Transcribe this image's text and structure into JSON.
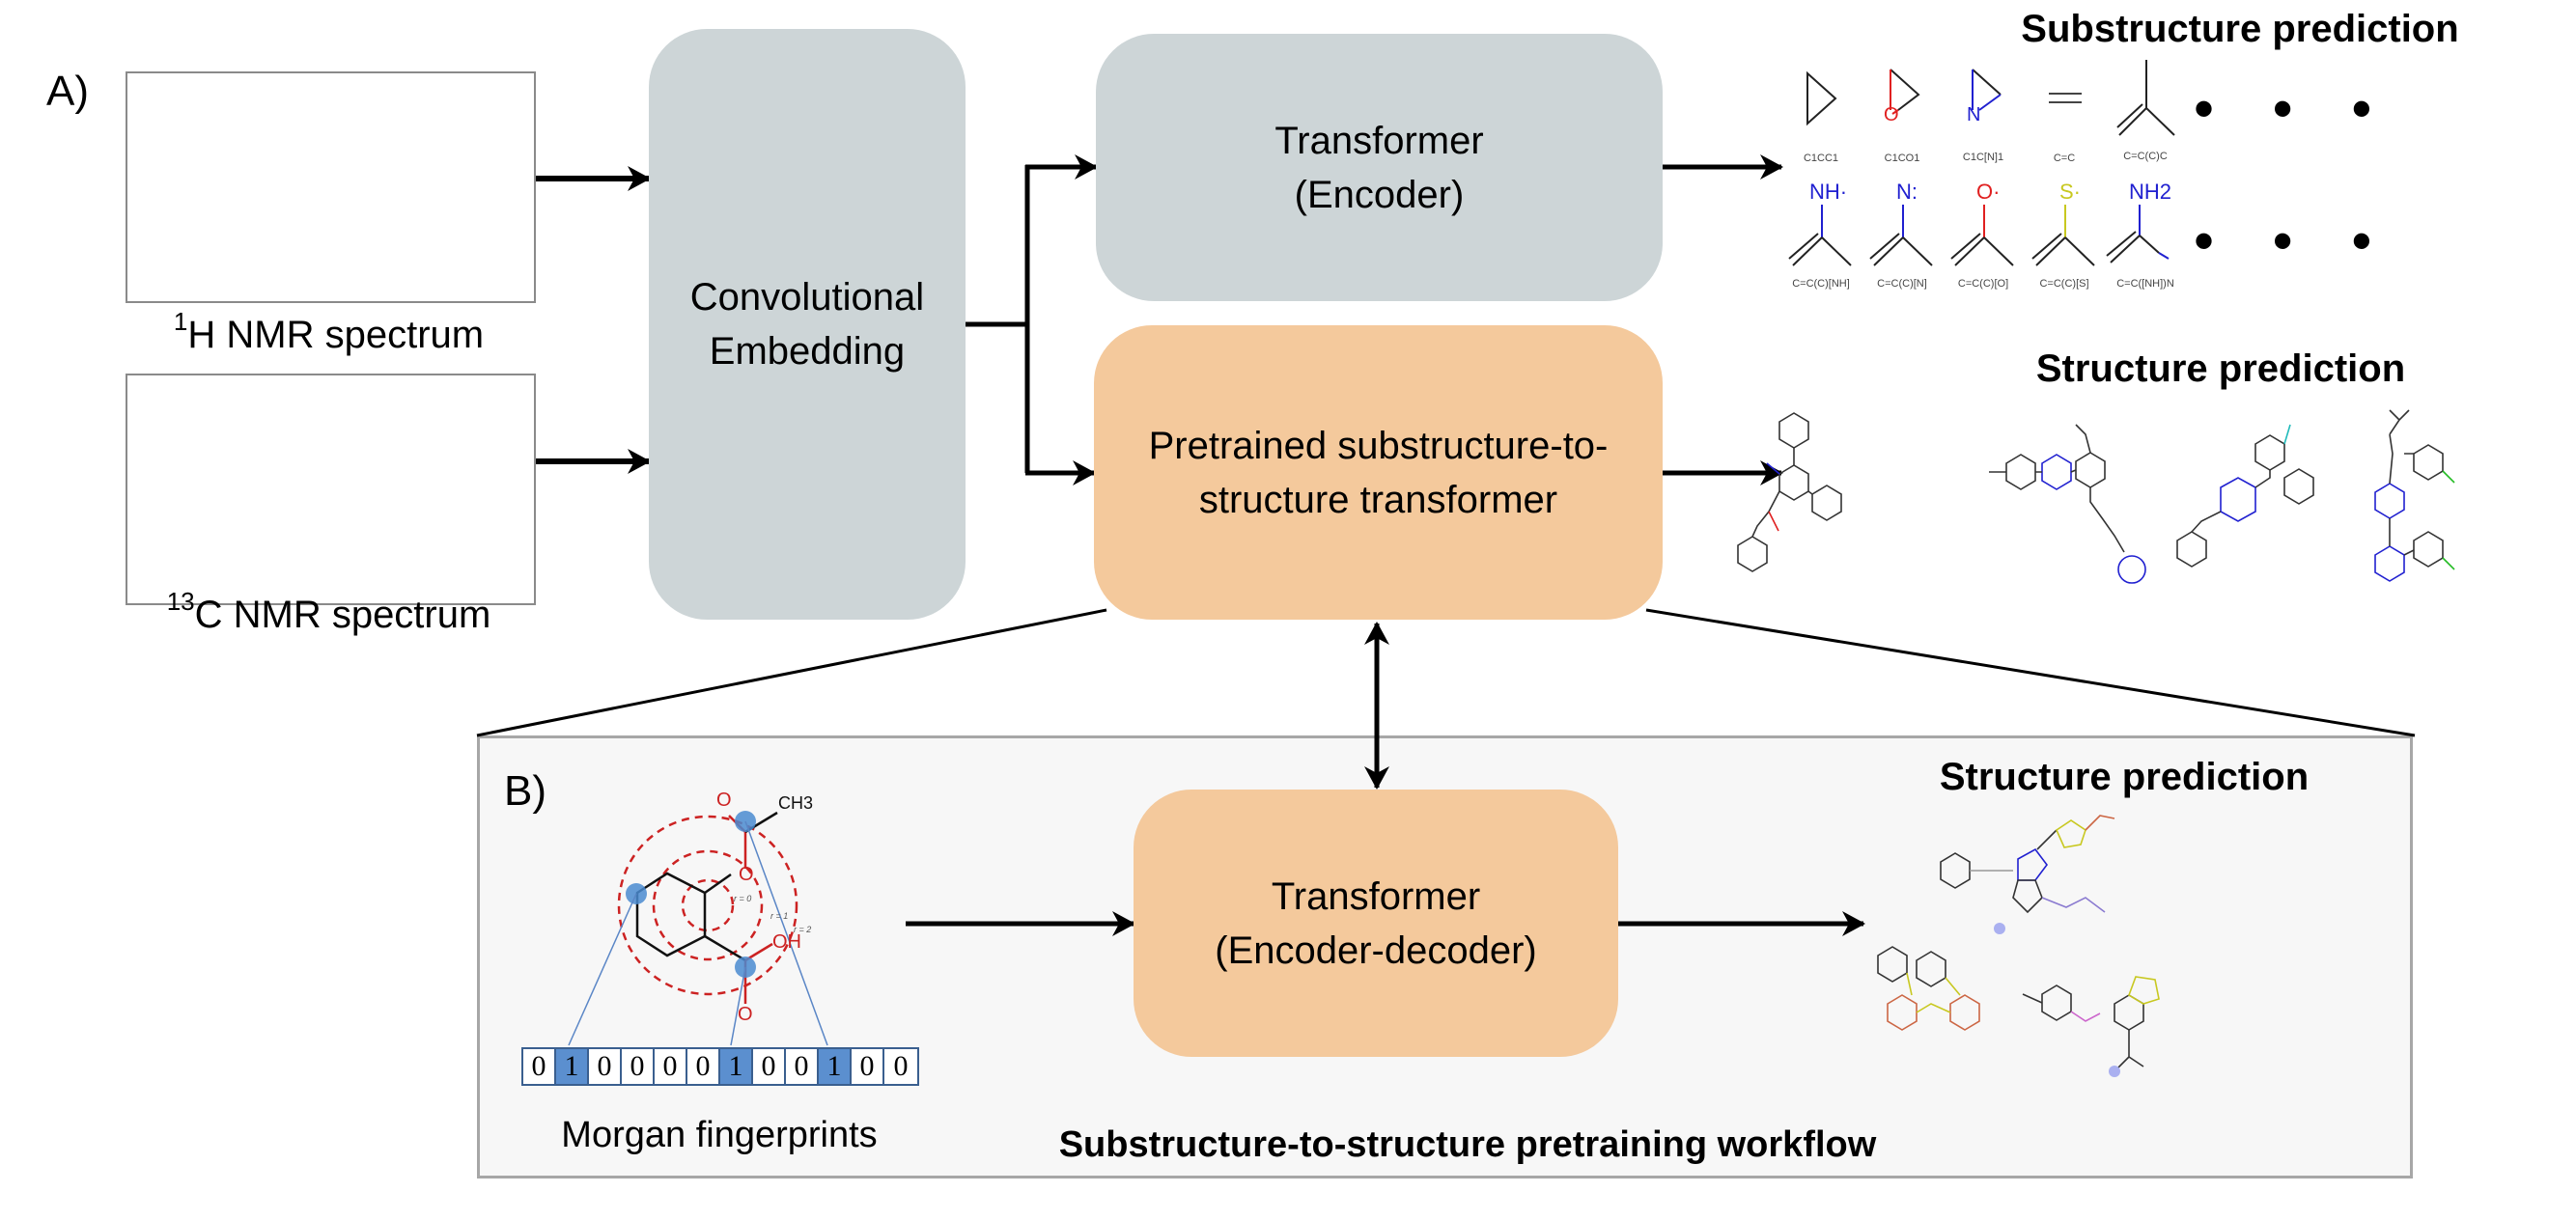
{
  "panels": {
    "a_label": "A)",
    "b_label": "B)"
  },
  "inputs": {
    "h_nmr": {
      "sup": "1",
      "label": "H NMR spectrum"
    },
    "c_nmr": {
      "sup": "13",
      "label": "C NMR spectrum"
    }
  },
  "boxes": {
    "conv_embedding": {
      "line1": "Convolutional",
      "line2": "Embedding",
      "color": "#cdd5d7"
    },
    "transformer_encoder": {
      "line1": "Transformer",
      "line2": "(Encoder)",
      "color": "#cdd5d7"
    },
    "pretrained_transformer": {
      "line1": "Pretrained substructure-to-",
      "line2": "structure transformer",
      "color": "#f4c99c"
    },
    "transformer_encdec": {
      "line1": "Transformer",
      "line2": "(Encoder-decoder)",
      "color": "#f4c99c"
    }
  },
  "outputs": {
    "substructure_title": "Substructure prediction",
    "structure_title": "Structure prediction",
    "structure_title_b": "Structure prediction",
    "substructures_row1": [
      {
        "smiles": "C1CC1",
        "atom": ""
      },
      {
        "smiles": "C1CO1",
        "atom": "O"
      },
      {
        "smiles": "C1C[N]1",
        "atom": "N"
      },
      {
        "smiles": "C=C",
        "atom": ""
      },
      {
        "smiles": "C=C(C)C",
        "atom": ""
      }
    ],
    "substructures_row2": [
      {
        "smiles": "C=C(C)[NH]",
        "atom": "NH·"
      },
      {
        "smiles": "C=C(C)[N]",
        "atom": "N:"
      },
      {
        "smiles": "C=C(C)[O]",
        "atom": "O·"
      },
      {
        "smiles": "C=C(C)[S]",
        "atom": "S·"
      },
      {
        "smiles": "C=C([NH])N",
        "atom": "NH2"
      }
    ],
    "ellipsis": "• • •"
  },
  "morgan": {
    "label": "Morgan fingerprints",
    "bits": [
      0,
      1,
      0,
      0,
      0,
      0,
      1,
      0,
      0,
      1,
      0,
      0
    ],
    "radii_labels": [
      "r = 0",
      "r = 1",
      "r = 2"
    ],
    "atoms": {
      "o_top": "O",
      "ch3": "CH3",
      "o_ring": "O",
      "oh": "OH",
      "o_bottom": "O"
    }
  },
  "workflow_title": "Substructure-to-structure pretraining workflow",
  "colors": {
    "grey_box": "#cdd5d7",
    "orange_box": "#f4c99c",
    "fp_on": "#5b8fcf",
    "oxygen": "#e02020",
    "nitrogen": "#2020d0",
    "sulfur": "#c8c820",
    "halogen_cl": "#22bb22"
  }
}
